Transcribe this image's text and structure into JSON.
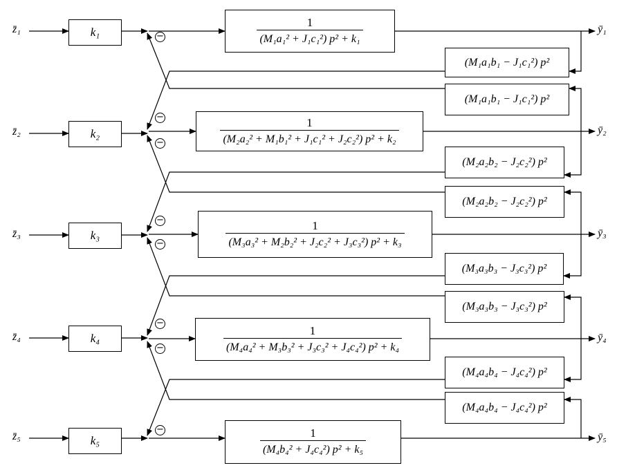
{
  "inputs": [
    "z̄₁",
    "z̄₂",
    "z̄₃",
    "z̄₄",
    "z̄₅"
  ],
  "outputs": [
    "ȳ₁",
    "ȳ₂",
    "ȳ₃",
    "ȳ₄",
    "ȳ₅"
  ],
  "gains": [
    "k₁",
    "k₂",
    "k₃",
    "k₄",
    "k₅"
  ],
  "sign_minus": "−",
  "tf": {
    "numerator": "1",
    "den": [
      "(M₁a₁² + J₁c₁²) p² + k₁",
      "(M₂a₂² + M₁b₁² + J₁c₁² + J₂c₂²) p² + k₂",
      "(M₃a₃² + M₂b₂² + J₂c₂² + J₃c₃²) p² + k₃",
      "(M₄a₄² + M₃b₃² + J₃c₃² + J₄c₄²) p² + k₄",
      "(M₄b₄² + J₄c₄²) p² + k₅"
    ]
  },
  "coupling": [
    "(M₁a₁b₁ − J₁c₁²) p²",
    "(M₁a₁b₁ − J₁c₁²) p²",
    "(M₂a₂b₂ − J₂c₂²) p²",
    "(M₂a₂b₂ − J₂c₂²) p²",
    "(M₃a₃b₃ − J₃c₃²) p²",
    "(M₃a₃b₃ − J₃c₃²) p²",
    "(M₄a₄b₄ − J₄c₄²) p²",
    "(M₄a₄b₄ − J₄c₄²) p²"
  ]
}
